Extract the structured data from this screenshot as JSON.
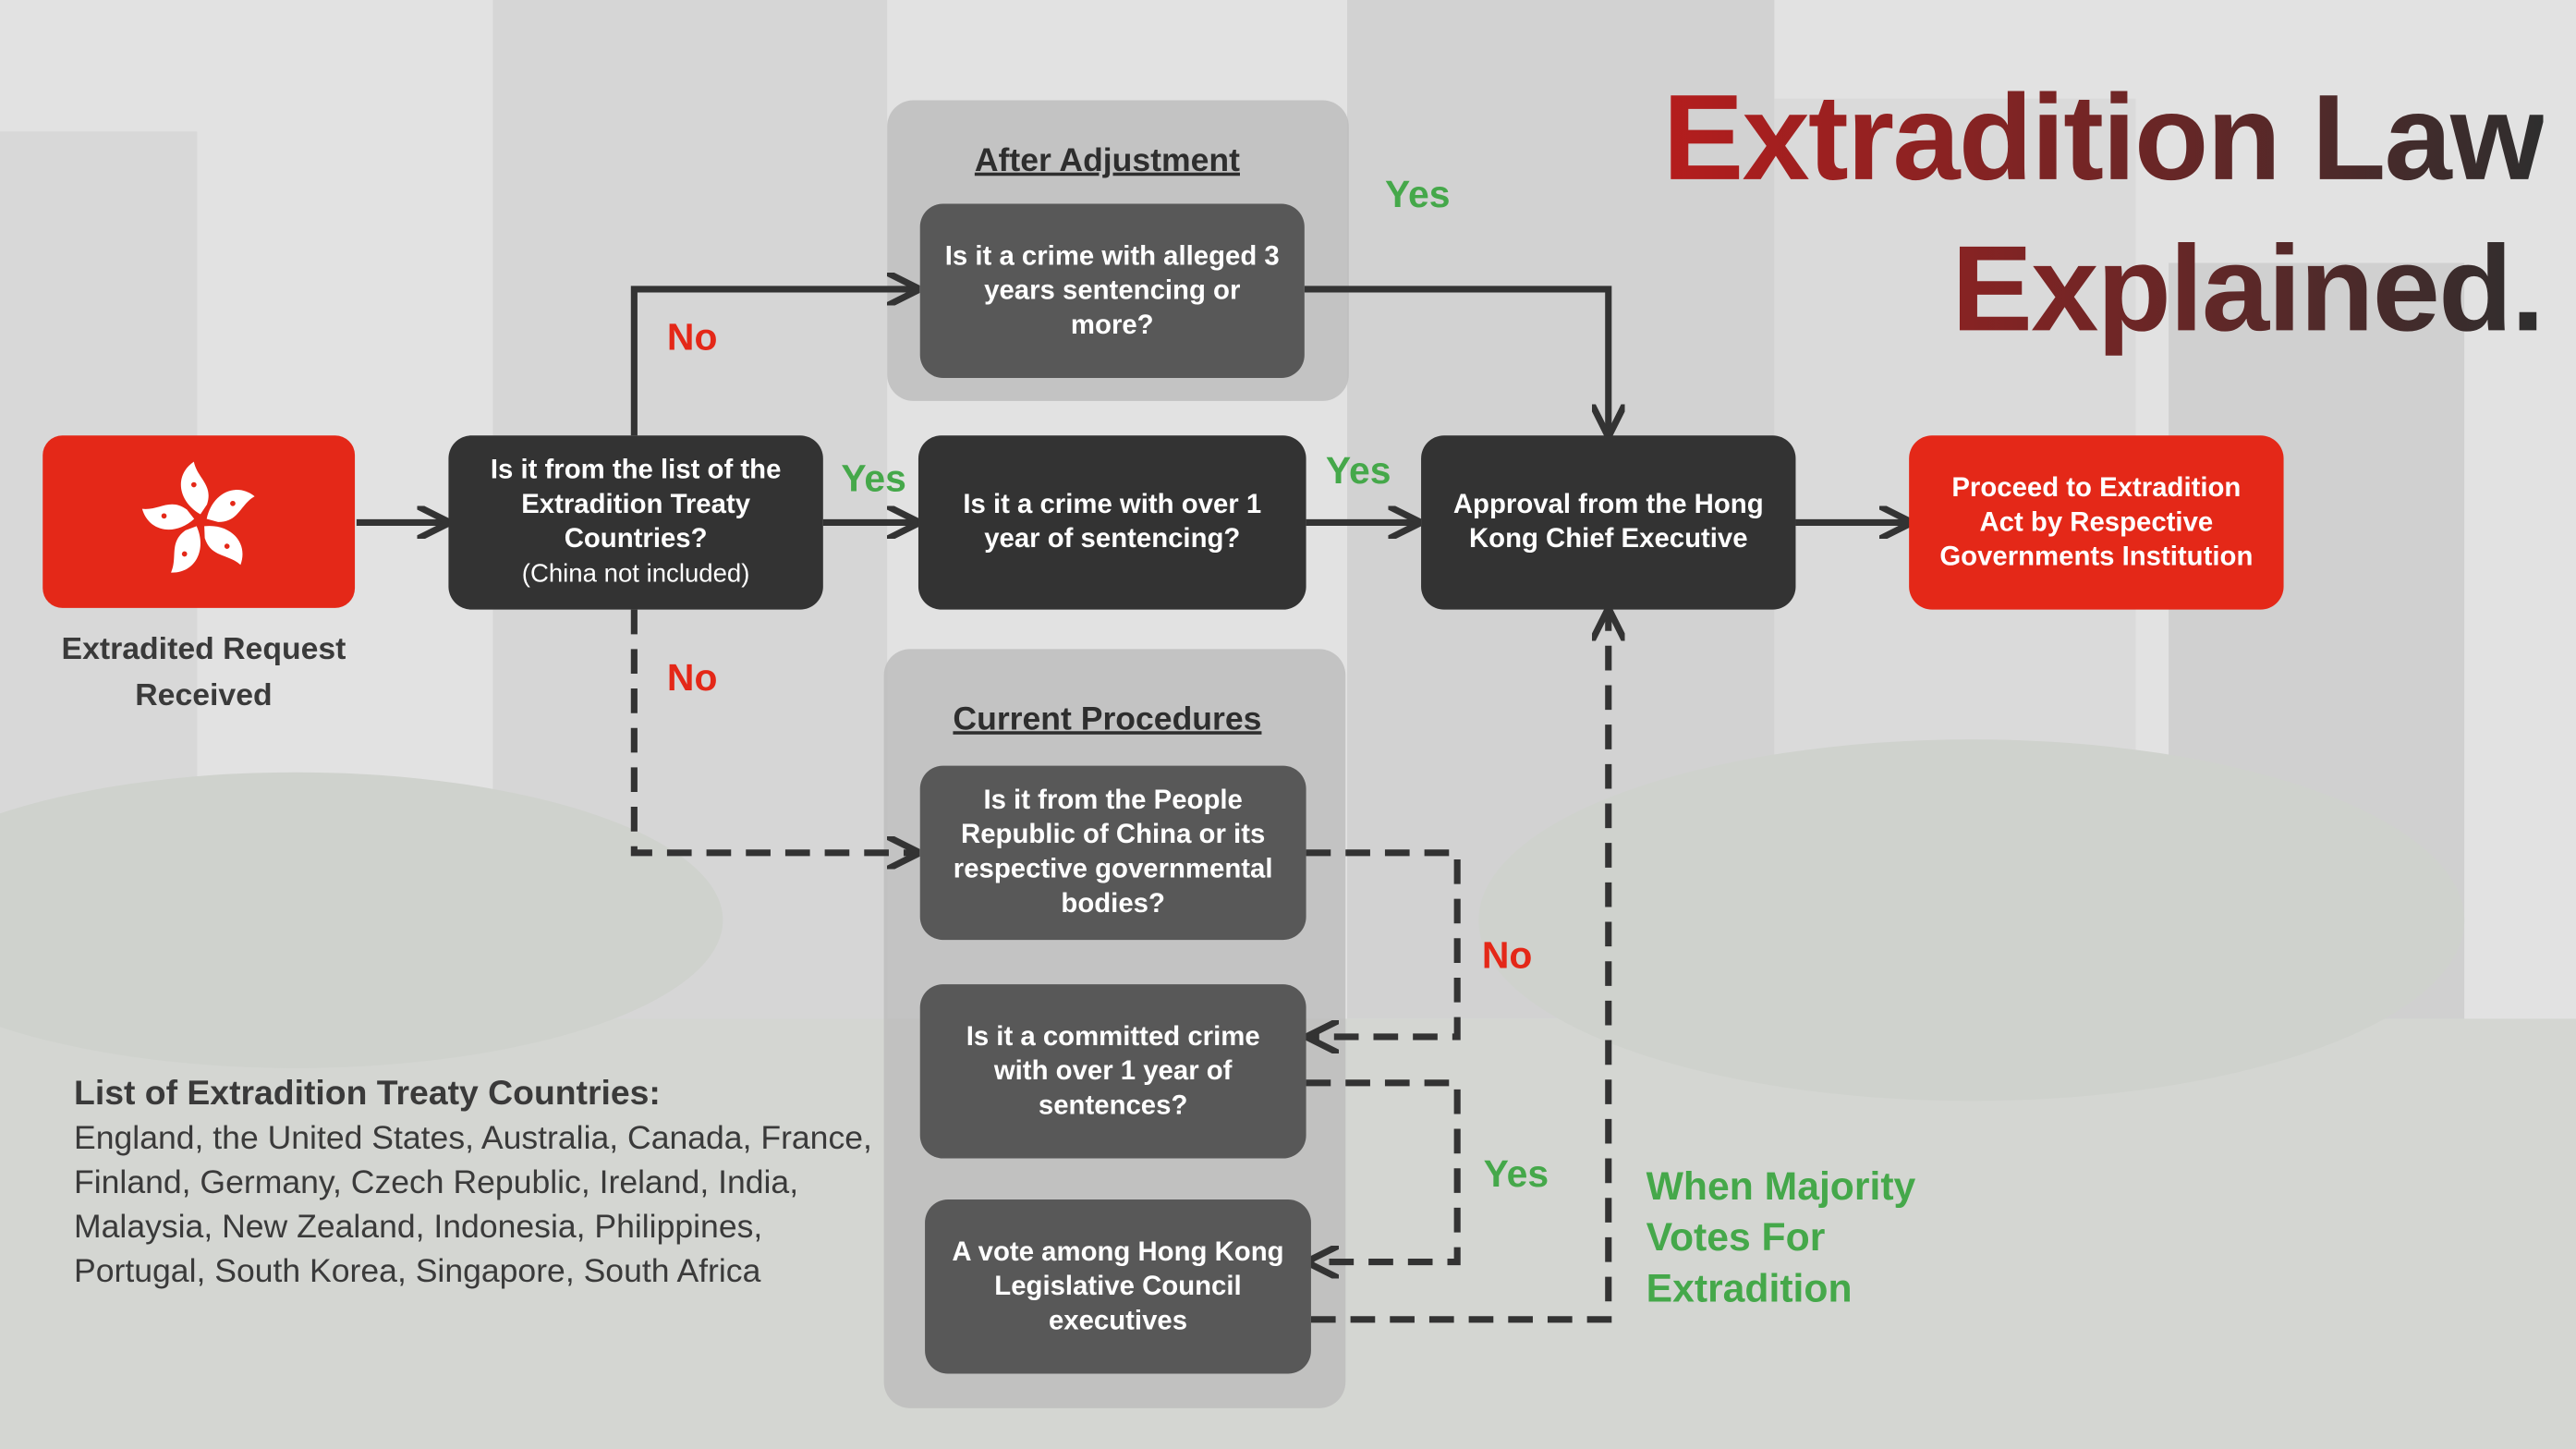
{
  "title": {
    "line1": "Extradition Law",
    "line2": "Explained."
  },
  "start": {
    "caption": "Extradited Request Received",
    "icon": "bauhinia-flag-icon"
  },
  "panels": {
    "after": "After Adjustment",
    "current": "Current Procedures"
  },
  "boxes": {
    "treaty_q": "Is it from the list of the Extradition Treaty Countries?",
    "treaty_note": "(China not included)",
    "alleged_q": "Is it a crime with alleged 3 years sentencing or more?",
    "over_year_q": "Is it a crime with over 1 year of sentencing?",
    "approval": "Approval from the Hong Kong Chief Executive",
    "proceed": "Proceed to Extradition Act by Respective Governments Institution",
    "prc_q": "Is it from the People Republic of China or its respective governmental bodies?",
    "committed_q": "Is it a committed crime with over 1 year of sentences?",
    "vote": "A vote among Hong Kong Legislative Council executives"
  },
  "labels": {
    "no_top": "No",
    "yes_top": "Yes",
    "yes_treaty": "Yes",
    "yes_approval": "Yes",
    "no_bottom": "No",
    "no_prc": "No",
    "yes_committed": "Yes",
    "majority": "When Majority Votes For Extradition"
  },
  "countries": {
    "heading": "List of Extradition Treaty Countries:",
    "list": "England, the United States, Australia, Canada, France, Finland, Germany, Czech Republic, Ireland, India, Malaysia, New Zealand, Indonesia, Philippines, Portugal, South Korea, Singapore, South Africa"
  },
  "colors": {
    "red": "#e42818",
    "green": "#45a84a",
    "dark_box": "#333333",
    "mid_box": "#585858"
  }
}
